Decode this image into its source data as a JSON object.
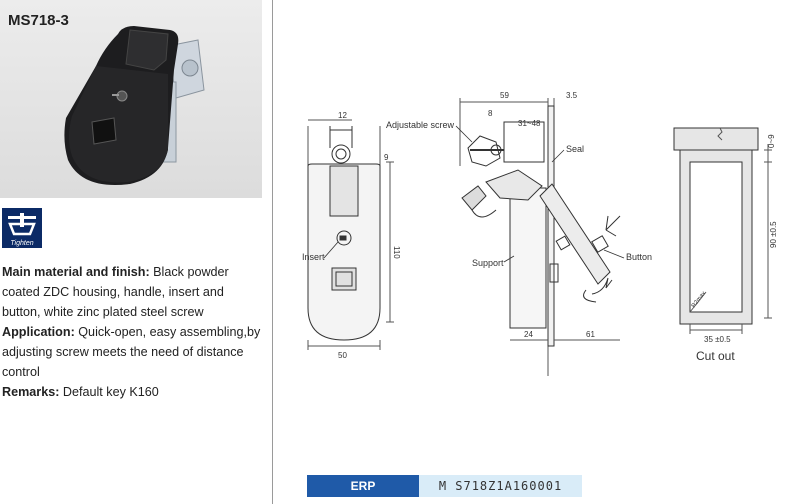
{
  "product": {
    "model": "MS718-3",
    "tighten_icon_text": "Tighten"
  },
  "description": {
    "material_label": "Main material and finish:",
    "material_text": " Black powder coated ZDC housing, handle, insert and button, white zinc plated steel screw",
    "application_label": "Application:",
    "application_text": " Quick-open, easy assembling,by adjusting screw meets the need of distance control",
    "remarks_label": "Remarks:",
    "remarks_text": " Default key K160"
  },
  "drawing": {
    "front": {
      "dim_top": "12",
      "dim_9": "9",
      "dim_110": "110",
      "dim_50": "50",
      "label_insert": "Insert"
    },
    "side": {
      "dim_59": "59",
      "dim_3_5": "3.5",
      "dim_8": "8",
      "dim_31_48": "31~48",
      "label_adjustable_screw": "Adjustable screw",
      "label_seal": "Seal",
      "label_support": "Support",
      "label_button": "Button",
      "dim_24": "24",
      "dim_61": "61"
    },
    "cutout": {
      "dim_0_9": "0~9",
      "dim_90": "90 ±0.5",
      "dim_r2": "R2max",
      "dim_35": "35 ±0.5",
      "label_cutout": "Cut out"
    }
  },
  "erp": {
    "label": "ERP",
    "code": "M S718Z1A160001"
  }
}
